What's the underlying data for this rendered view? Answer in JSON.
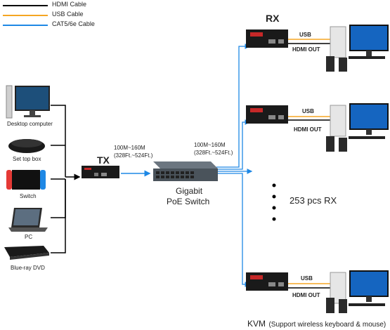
{
  "legend": {
    "hdmi": {
      "label": "HDMI Cable",
      "color": "#000000"
    },
    "usb": {
      "label": "USB Cable",
      "color": "#f5a623"
    },
    "cat": {
      "label": "CAT5/6e Cable",
      "color": "#1e88e5"
    }
  },
  "sources": {
    "desktop": "Desktop computer",
    "settop": "Set top box",
    "switch": "Switch",
    "pc": "PC",
    "bluray": "Blue-ray DVD"
  },
  "tx": {
    "label": "TX",
    "distance_line1": "100M~160M",
    "distance_line2": "(328Ft.~524Ft.)"
  },
  "poe": {
    "distance_line1": "100M~160M",
    "distance_line2": "(328Ft.~524Ft.)",
    "label_line1": "Gigabit",
    "label_line2": "PoE Switch"
  },
  "receivers": {
    "rx_label": "RX",
    "usb_label": "USB",
    "hdmi_out_label": "HDMI OUT",
    "more_label": "253 pcs RX"
  },
  "footer": {
    "kvm": "KVM",
    "note": "(Support wireless keyboard & mouse)"
  }
}
